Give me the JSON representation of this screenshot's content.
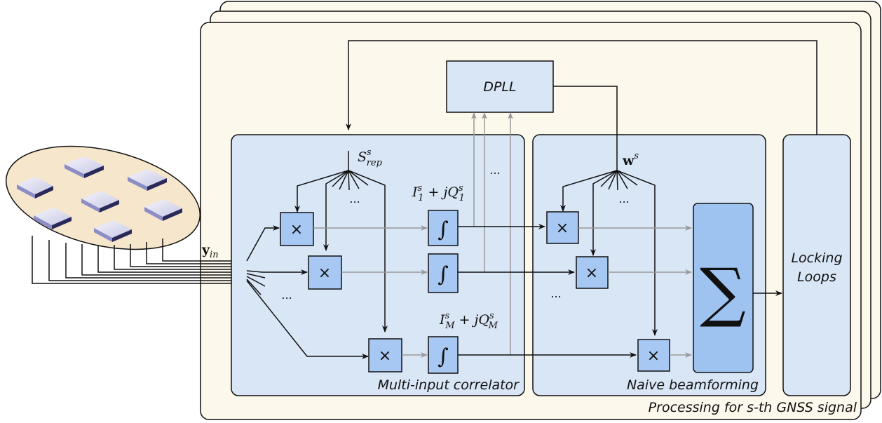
{
  "labels": {
    "dpll": "DPLL",
    "locking_line1": "Locking",
    "locking_line2": "Loops",
    "correlator": "Multi-input correlator",
    "beamforming": "Naive beamforming",
    "processing": "Processing for s-th GNSS signal",
    "ellipsis": "..."
  },
  "symbols": {
    "multiply": "×",
    "integral": "∫",
    "sum": "∑",
    "replica": {
      "base": "S",
      "sup": "s",
      "sub": "rep"
    },
    "weights": {
      "base": "w",
      "sup": "s"
    },
    "input": {
      "base": "y",
      "sub": "in"
    },
    "first_output": {
      "text": "I",
      "sup": "s",
      "sub": "1",
      "plus": " + jQ",
      "sup2": "s",
      "sub2": "1"
    },
    "last_output": {
      "text": "I",
      "sup": "s",
      "sub": "M",
      "plus": " + jQ",
      "sup2": "s",
      "sub2": "M"
    }
  },
  "colors": {
    "panel_fill": "#fdf8ec",
    "block_fill": "#d9e6f6",
    "multiplier_fill": "#a7c8f2",
    "sum_fill": "#9ec3f0",
    "array_fill": "#f5e6cc",
    "gray_line": "#999999"
  }
}
